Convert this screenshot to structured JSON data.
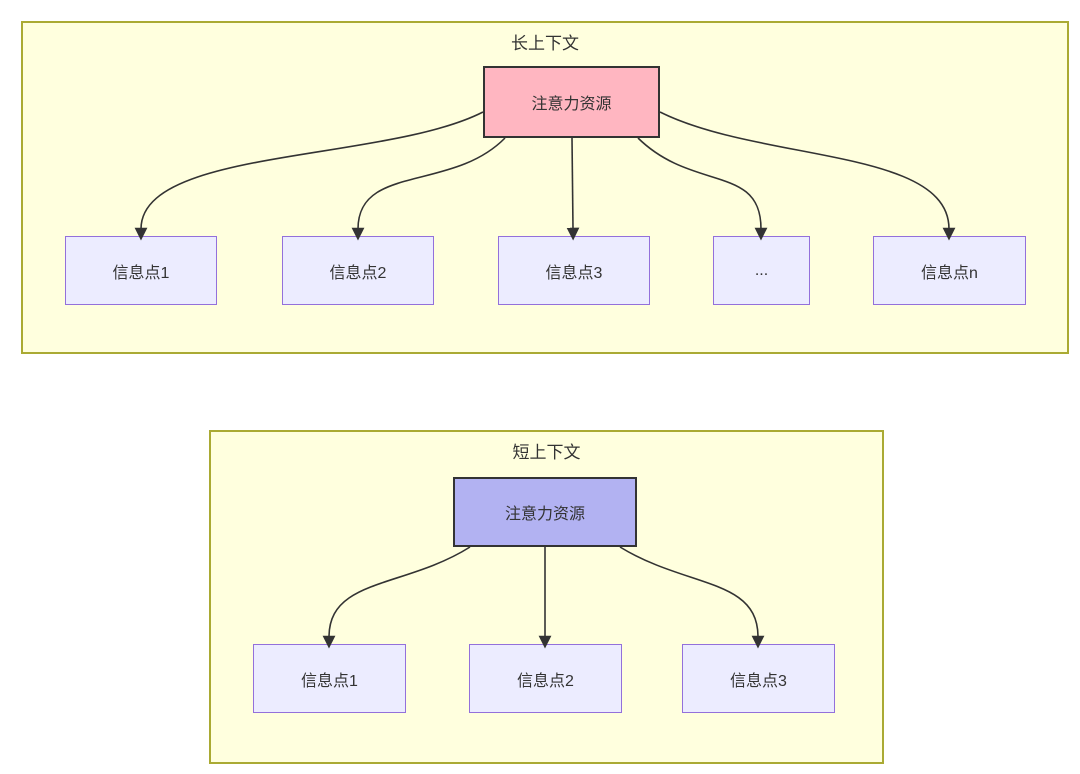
{
  "colors": {
    "canvas-bg": "#ffffff",
    "container-fill": "#ffffde",
    "container-border": "#aaaa33",
    "node-fill": "#ececff",
    "node-border": "#9370db",
    "attention-long-fill": "#ffb6c1",
    "attention-short-fill": "#b2b2f2",
    "attention-border": "#333333",
    "arrow": "#333333",
    "text": "#333333"
  },
  "long_context": {
    "title": "长上下文",
    "attention_label": "注意力资源",
    "nodes": [
      {
        "label": "信息点1"
      },
      {
        "label": "信息点2"
      },
      {
        "label": "信息点3"
      },
      {
        "label": "..."
      },
      {
        "label": "信息点n"
      }
    ]
  },
  "short_context": {
    "title": "短上下文",
    "attention_label": "注意力资源",
    "nodes": [
      {
        "label": "信息点1"
      },
      {
        "label": "信息点2"
      },
      {
        "label": "信息点3"
      }
    ]
  }
}
